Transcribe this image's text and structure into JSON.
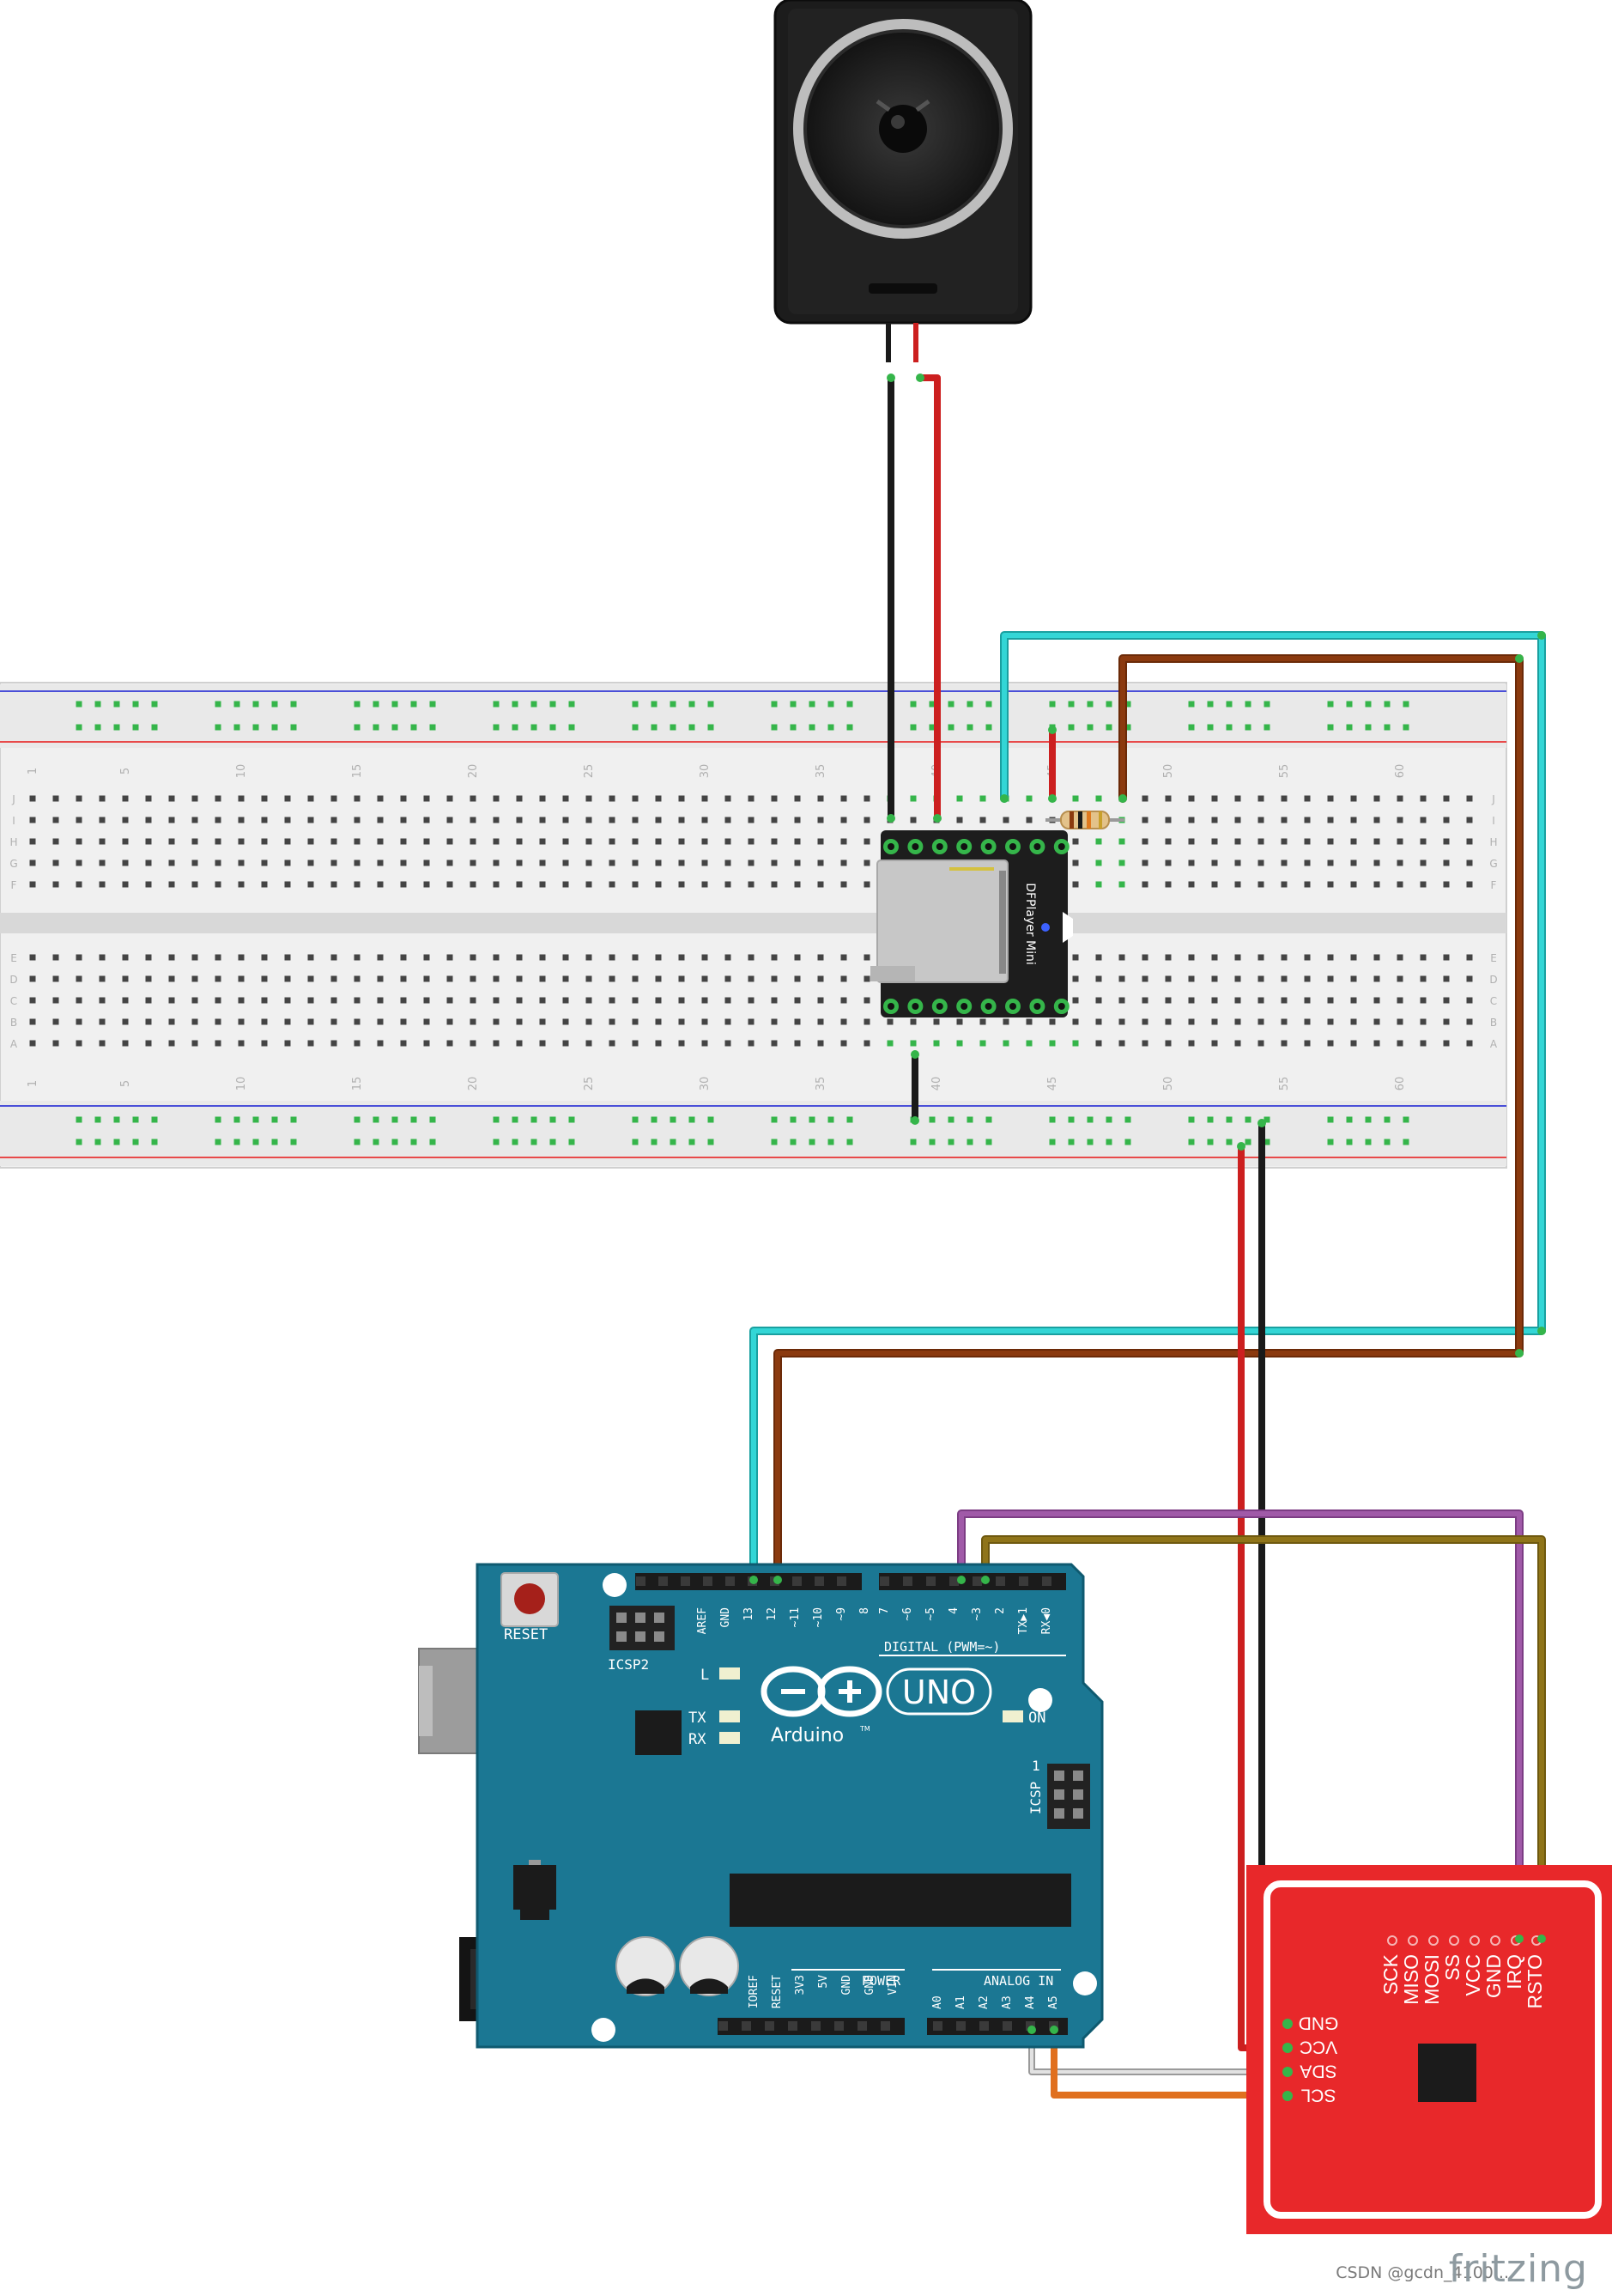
{
  "breadboard": {
    "row_letters_top": [
      "J",
      "I",
      "H",
      "G",
      "F"
    ],
    "row_letters_bottom": [
      "E",
      "D",
      "C",
      "B",
      "A"
    ],
    "column_numbers": [
      "1",
      "5",
      "10",
      "15",
      "20",
      "25",
      "30",
      "35",
      "40",
      "45",
      "50",
      "55",
      "60"
    ]
  },
  "dfplayer": {
    "label": "DFPlayer Mini"
  },
  "arduino": {
    "reset_label": "RESET",
    "icsp2_label": "ICSP2",
    "icsp_label": "ICSP",
    "icsp_pin1": "1",
    "led_l": "L",
    "led_tx": "TX",
    "led_rx": "RX",
    "on_label": "ON",
    "logo_text": "Arduino",
    "logo_tm": "TM",
    "uno_text": "UNO",
    "digital_label": "DIGITAL (PWM=~)",
    "power_label": "POWER",
    "analog_label": "ANALOG IN",
    "digital_pins": [
      "AREF",
      "GND",
      "13",
      "12",
      "~11",
      "~10",
      "~9",
      "8",
      "7",
      "~6",
      "~5",
      "4",
      "~3",
      "2",
      "TX▶1",
      "RX◀0"
    ],
    "power_pins": [
      "IOREF",
      "RESET",
      "3V3",
      "5V",
      "GND",
      "GND",
      "VIN"
    ],
    "analog_pins": [
      "A0",
      "A1",
      "A2",
      "A3",
      "A4",
      "A5"
    ]
  },
  "rfid": {
    "top_pins": [
      "SCK",
      "MISO",
      "MOSI",
      "SS",
      "VCC",
      "GND",
      "IRQ",
      "RSTO"
    ],
    "side_pins": [
      "GND",
      "VCC",
      "SDA",
      "SCL"
    ]
  },
  "wire_colors": {
    "black": "#1a1a1a",
    "red": "#cc1f1f",
    "cyan": "#33d6d6",
    "brown": "#8b3a0f",
    "purple": "#a05aa8",
    "olive": "#8f7419",
    "white": "#d9d9d9",
    "orange": "#e0701f"
  },
  "colors": {
    "arduino_board": "#1b7793",
    "rfid_board": "#e8282a",
    "breadboard": "#efefef"
  },
  "watermarks": {
    "fritzing": "fritzing",
    "csdn": "CSDN @gcdn_4100..."
  }
}
